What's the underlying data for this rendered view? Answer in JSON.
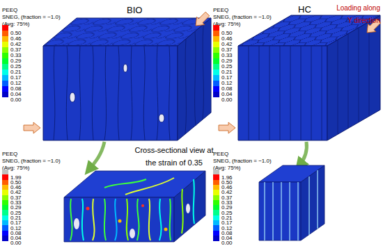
{
  "diagram": {
    "labels": [
      "BIO",
      "HC",
      "Loading along Y direction",
      "Cross-sectional view at the strain of 0.35",
      "PEEQ",
      "SNEG, (fraction = −1.0)",
      "(Avg: 75%)",
      "PEEQ",
      "SNEG, (fraction = −1.0)",
      "(Avg: 75%)",
      "PEEQ",
      "SNEG, (fraction = −1.0)",
      "(Avg: 75%)",
      "PEEQ",
      "SNEG, (fraction = −1.0)",
      "(Avg: 75%)"
    ],
    "legend": [
      {
        "text": "0.50",
        "color": "#ff0000"
      },
      {
        "text": "0.46",
        "color": "#ff5d00"
      },
      {
        "text": "0.42",
        "color": "#ffb900"
      },
      {
        "text": "0.37",
        "color": "#e8ff00"
      },
      {
        "text": "0.33",
        "color": "#8bff00"
      },
      {
        "text": "0.29",
        "color": "#2eff00"
      },
      {
        "text": "0.25",
        "color": "#00ff2e"
      },
      {
        "text": "0.21",
        "color": "#00ff8b"
      },
      {
        "text": "0.17",
        "color": "#00ffe8"
      },
      {
        "text": "0.12",
        "color": "#00b9ff"
      },
      {
        "text": "0.08",
        "color": "#005dff"
      },
      {
        "text": "0.04",
        "color": "#0000ff"
      },
      {
        "text": "0.00",
        "color": "#0000c8"
      },
      {
        "text": "0.50",
        "color": "#ff0000"
      },
      {
        "text": "0.46",
        "color": "#ff5d00"
      },
      {
        "text": "0.42",
        "color": "#ffb900"
      },
      {
        "text": "0.37",
        "color": "#e8ff00"
      },
      {
        "text": "0.33",
        "color": "#8bff00"
      },
      {
        "text": "0.29",
        "color": "#2eff00"
      },
      {
        "text": "0.25",
        "color": "#00ff2e"
      },
      {
        "text": "0.21",
        "color": "#00ff8b"
      },
      {
        "text": "0.17",
        "color": "#00ffe8"
      },
      {
        "text": "0.12",
        "color": "#00b9ff"
      },
      {
        "text": "0.08",
        "color": "#005dff"
      },
      {
        "text": "0.04",
        "color": "#0000ff"
      },
      {
        "text": "0.00",
        "color": "#0000c8"
      },
      {
        "text": "1.99",
        "color": "#c0c0c0"
      },
      {
        "text": "0.50",
        "color": "#ff0000"
      },
      {
        "text": "0.46",
        "color": "#ff5d00"
      },
      {
        "text": "0.42",
        "color": "#ffb900"
      },
      {
        "text": "0.37",
        "color": "#e8ff00"
      },
      {
        "text": "0.33",
        "color": "#8bff00"
      },
      {
        "text": "0.29",
        "color": "#2eff00"
      },
      {
        "text": "0.25",
        "color": "#00ff2e"
      },
      {
        "text": "0.21",
        "color": "#00ff8b"
      },
      {
        "text": "0.17",
        "color": "#00ffe8"
      },
      {
        "text": "0.12",
        "color": "#00b9ff"
      },
      {
        "text": "0.08",
        "color": "#005dff"
      },
      {
        "text": "0.04",
        "color": "#0000ff"
      },
      {
        "text": "0.00",
        "color": "#0000c8"
      },
      {
        "text": "1.96",
        "color": "#c0c0c0"
      },
      {
        "text": "0.50",
        "color": "#ff0000"
      },
      {
        "text": "0.46",
        "color": "#ff5d00"
      },
      {
        "text": "0.42",
        "color": "#ffb900"
      },
      {
        "text": "0.37",
        "color": "#e8ff00"
      },
      {
        "text": "0.33",
        "color": "#8bff00"
      },
      {
        "text": "0.29",
        "color": "#2eff00"
      },
      {
        "text": "0.25",
        "color": "#00ff2e"
      },
      {
        "text": "0.21",
        "color": "#00ff8b"
      },
      {
        "text": "0.17",
        "color": "#00ffe8"
      },
      {
        "text": "0.12",
        "color": "#00b9ff"
      },
      {
        "text": "0.08",
        "color": "#005dff"
      },
      {
        "text": "0.04",
        "color": "#0000ff"
      },
      {
        "text": "0.00",
        "color": "#0000c8"
      }
    ]
  }
}
